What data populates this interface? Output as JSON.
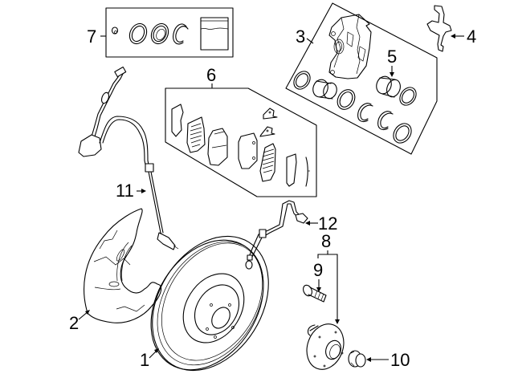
{
  "diagram": {
    "type": "exploded parts diagram",
    "subject": "Front brake components",
    "callouts": [
      {
        "id": "1",
        "label": "1",
        "part": "brake-rotor"
      },
      {
        "id": "2",
        "label": "2",
        "part": "splash-shield"
      },
      {
        "id": "3",
        "label": "3",
        "part": "caliper-assembly"
      },
      {
        "id": "4",
        "label": "4",
        "part": "pad-retaining-clip"
      },
      {
        "id": "5",
        "label": "5",
        "part": "caliper-piston"
      },
      {
        "id": "6",
        "label": "6",
        "part": "brake-pad-set"
      },
      {
        "id": "7",
        "label": "7",
        "part": "caliper-repair-kit"
      },
      {
        "id": "8",
        "label": "8",
        "part": "hub-assembly"
      },
      {
        "id": "9",
        "label": "9",
        "part": "wheel-stud"
      },
      {
        "id": "10",
        "label": "10",
        "part": "hub-nut"
      },
      {
        "id": "11",
        "label": "11",
        "part": "abs-wheel-speed-sensor"
      },
      {
        "id": "12",
        "label": "12",
        "part": "pad-wear-sensor"
      }
    ]
  }
}
